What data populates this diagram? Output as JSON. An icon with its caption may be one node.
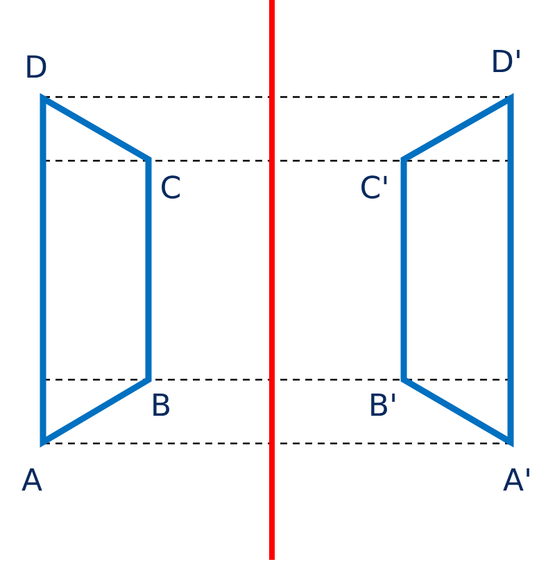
{
  "diagram": {
    "labels": [
      "D",
      "D'",
      "C",
      "C'",
      "B",
      "B'",
      "A",
      "A'"
    ]
  }
}
